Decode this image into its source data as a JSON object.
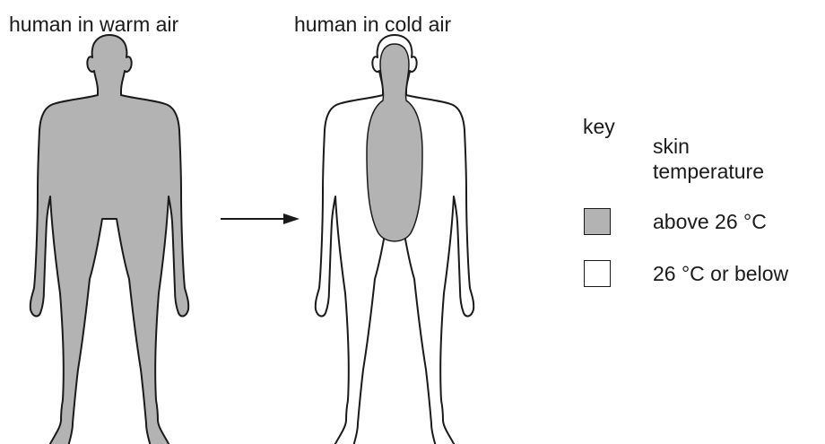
{
  "diagram": {
    "warm_title": "human in warm air",
    "cold_title": "human in cold air"
  },
  "key": {
    "title": "key",
    "heading_line1": "skin",
    "heading_line2": "temperature",
    "items": [
      {
        "label": "above 26 °C",
        "color": "#b3b3b3"
      },
      {
        "label": "26 °C or below",
        "color": "#ffffff"
      }
    ]
  },
  "colors": {
    "outline": "#1a1a1a",
    "warm_fill": "#b3b3b3",
    "cold_fill": "#ffffff"
  }
}
